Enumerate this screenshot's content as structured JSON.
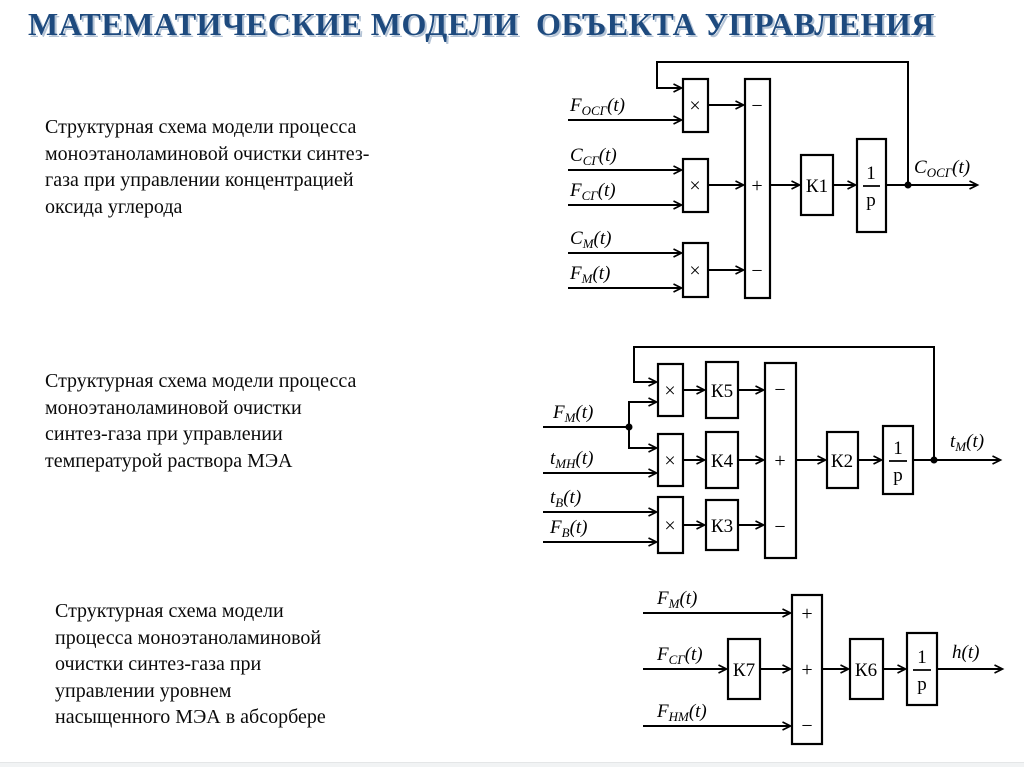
{
  "slide": {
    "title": "МАТЕМАТИЧЕСКИЕ МОДЕЛИ  ОБЪЕКТА УПРАВЛЕНИЯ"
  },
  "colors": {
    "title": "#1e4a7e",
    "diagram_line": "#000000",
    "background": "#ffffff"
  },
  "captions": {
    "c1": {
      "lines": [
        "Структурная схема модели процесса",
        "моноэтаноламиновой очистки синтез-",
        "газа при управлении концентрацией",
        "оксида углерода"
      ]
    },
    "c2": {
      "lines": [
        "Структурная схема модели процесса",
        "моноэтаноламиновой очистки",
        "синтез-газа при управлении",
        "температурой раствора МЭА"
      ]
    },
    "c3": {
      "lines": [
        "Структурная схема модели",
        "процесса моноэтаноламиновой",
        "очистки синтез-газа при",
        "управлении уровнем",
        "насыщенного МЭА в абсорбере"
      ]
    }
  },
  "d1": {
    "inputs": [
      {
        "main": "F",
        "sub": "ОСГ",
        "tail": "(t)"
      },
      {
        "main": "C",
        "sub": "СГ",
        "tail": "(t)"
      },
      {
        "main": "F",
        "sub": "СГ",
        "tail": "(t)"
      },
      {
        "main": "C",
        "sub": "М",
        "tail": "(t)"
      },
      {
        "main": "F",
        "sub": "М",
        "tail": "(t)"
      }
    ],
    "mult": "×",
    "signs": [
      "−",
      "+",
      "−"
    ],
    "gain1": "К1",
    "integrator": {
      "num": "1",
      "den": "p"
    },
    "output": {
      "main": "C",
      "sub": "ОСГ",
      "tail": "(t)"
    }
  },
  "d2": {
    "inputs": [
      {
        "main": "F",
        "sub": "М",
        "tail": "(t)"
      },
      {
        "main": "t",
        "sub": "МН",
        "tail": "(t)"
      },
      {
        "main": "t",
        "sub": "В",
        "tail": "(t)"
      },
      {
        "main": "F",
        "sub": "В",
        "tail": "(t)"
      }
    ],
    "mult": "×",
    "gains": [
      "К5",
      "К4",
      "К3"
    ],
    "gain_out": "К2",
    "signs": [
      "−",
      "+",
      "−"
    ],
    "integrator": {
      "num": "1",
      "den": "p"
    },
    "output": {
      "main": "t",
      "sub": "М",
      "tail": "(t)"
    }
  },
  "d3": {
    "inputs": [
      {
        "main": "F",
        "sub": "М",
        "tail": "(t)"
      },
      {
        "main": "F",
        "sub": "СГ",
        "tail": "(t)"
      },
      {
        "main": "F",
        "sub": "НМ",
        "tail": "(t)"
      }
    ],
    "gain_in": "К7",
    "gain_out": "К6",
    "signs": [
      "+",
      "+",
      "−"
    ],
    "integrator": {
      "num": "1",
      "den": "p"
    },
    "output": {
      "main": "h",
      "sub": "",
      "tail": "(t)"
    }
  }
}
